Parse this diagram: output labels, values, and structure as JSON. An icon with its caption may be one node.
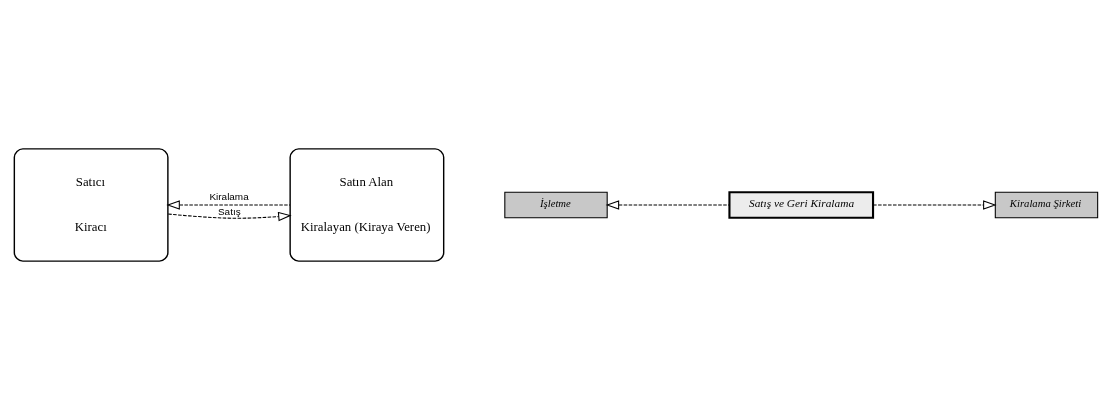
{
  "diagram": {
    "nodes": [
      {
        "text": [
          "Satıcı",
          "Kiracı"
        ]
      },
      {
        "text": [
          "Satın Alan",
          "Kiralayan (Kiraya Veren)"
        ]
      },
      {
        "text": [
          "İşletme"
        ]
      },
      {
        "text": [
          "Satış ve Geri Kiralama"
        ]
      },
      {
        "text": [
          "Kiralama Şirketi"
        ]
      }
    ],
    "edges": [
      {
        "from": 0,
        "to": 1,
        "arrow": "to",
        "label": "Satış",
        "style": "dashed"
      },
      {
        "from": 1,
        "to": 0,
        "arrow": "to",
        "label": "Kiralama",
        "style": "dashed"
      },
      {
        "from": 3,
        "to": 2,
        "arrow": "to",
        "style": "dashed"
      },
      {
        "from": 3,
        "to": 4,
        "arrow": "to",
        "style": "dashed"
      }
    ]
  }
}
